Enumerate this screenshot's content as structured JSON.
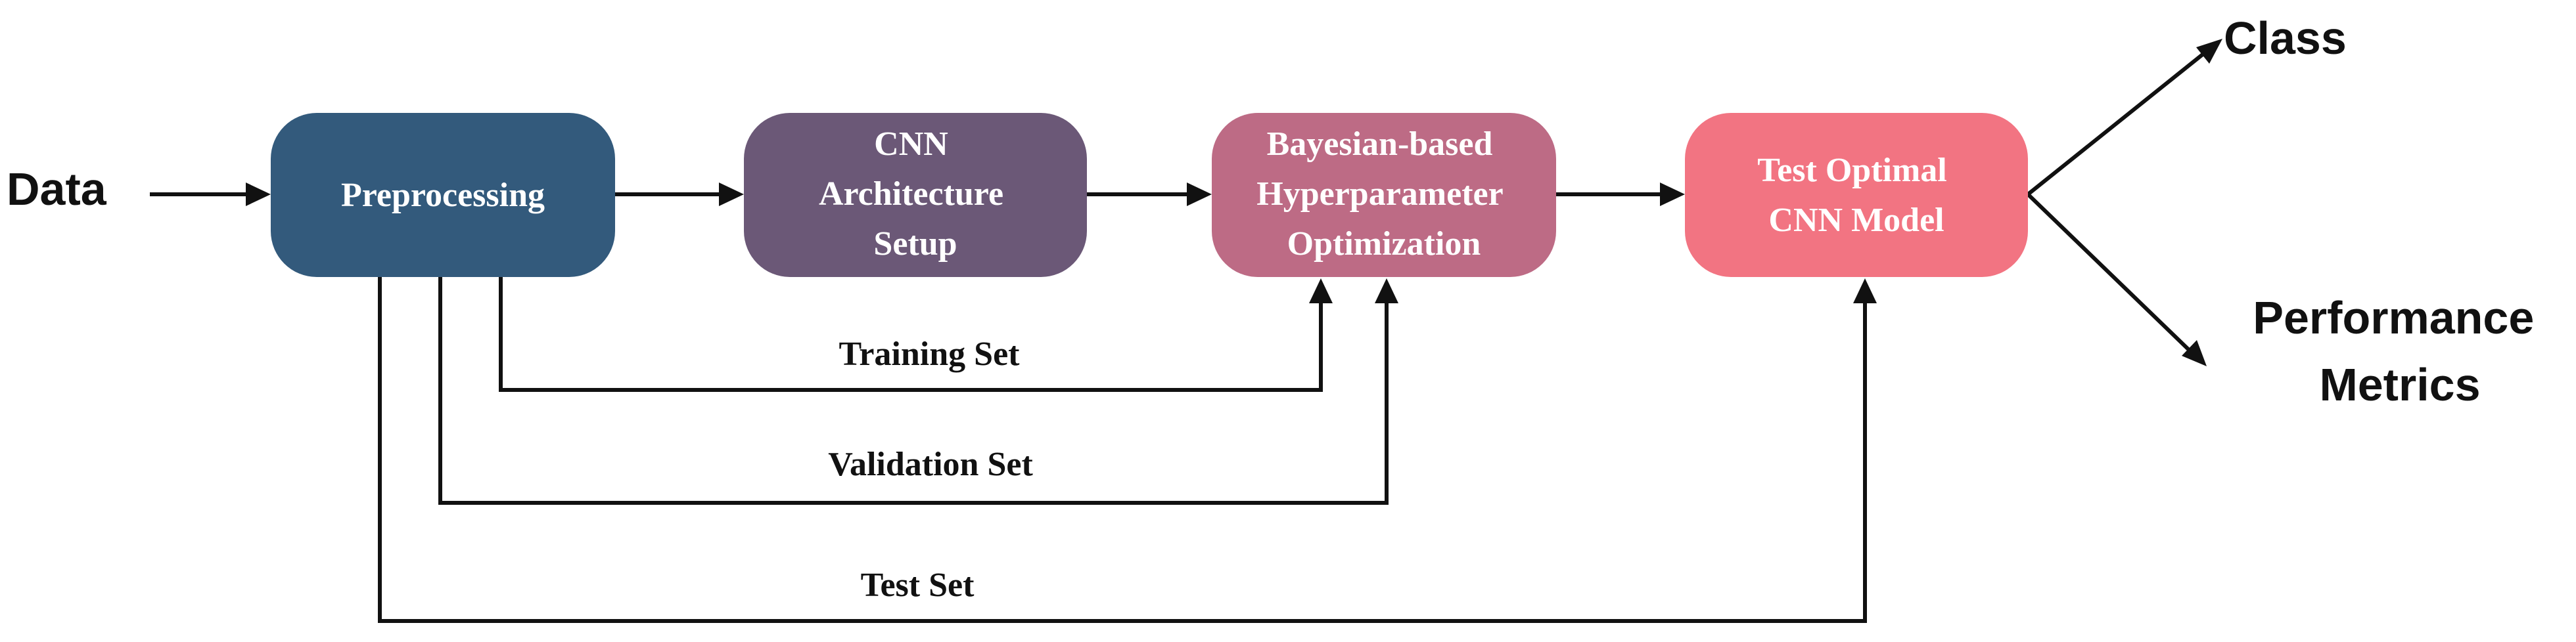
{
  "input_label": "Data",
  "boxes": [
    {
      "id": "preprocessing",
      "lines": [
        "Preprocessing"
      ],
      "color": "#335a7c"
    },
    {
      "id": "cnn-architecture",
      "lines": [
        "CNN",
        "Architecture",
        "Setup"
      ],
      "color": "#6b5877"
    },
    {
      "id": "bayesian-optimization",
      "lines": [
        "Bayesian-based",
        "Hyperparameter",
        "Optimization"
      ],
      "color": "#bd6b85"
    },
    {
      "id": "test-optimal-model",
      "lines": [
        "Test Optimal",
        "CNN Model"
      ],
      "color": "#f27482"
    }
  ],
  "data_splits": {
    "training": "Training Set",
    "validation": "Validation Set",
    "test": "Test Set"
  },
  "outputs": {
    "class": "Class",
    "performance": [
      "Performance",
      "Metrics"
    ]
  }
}
